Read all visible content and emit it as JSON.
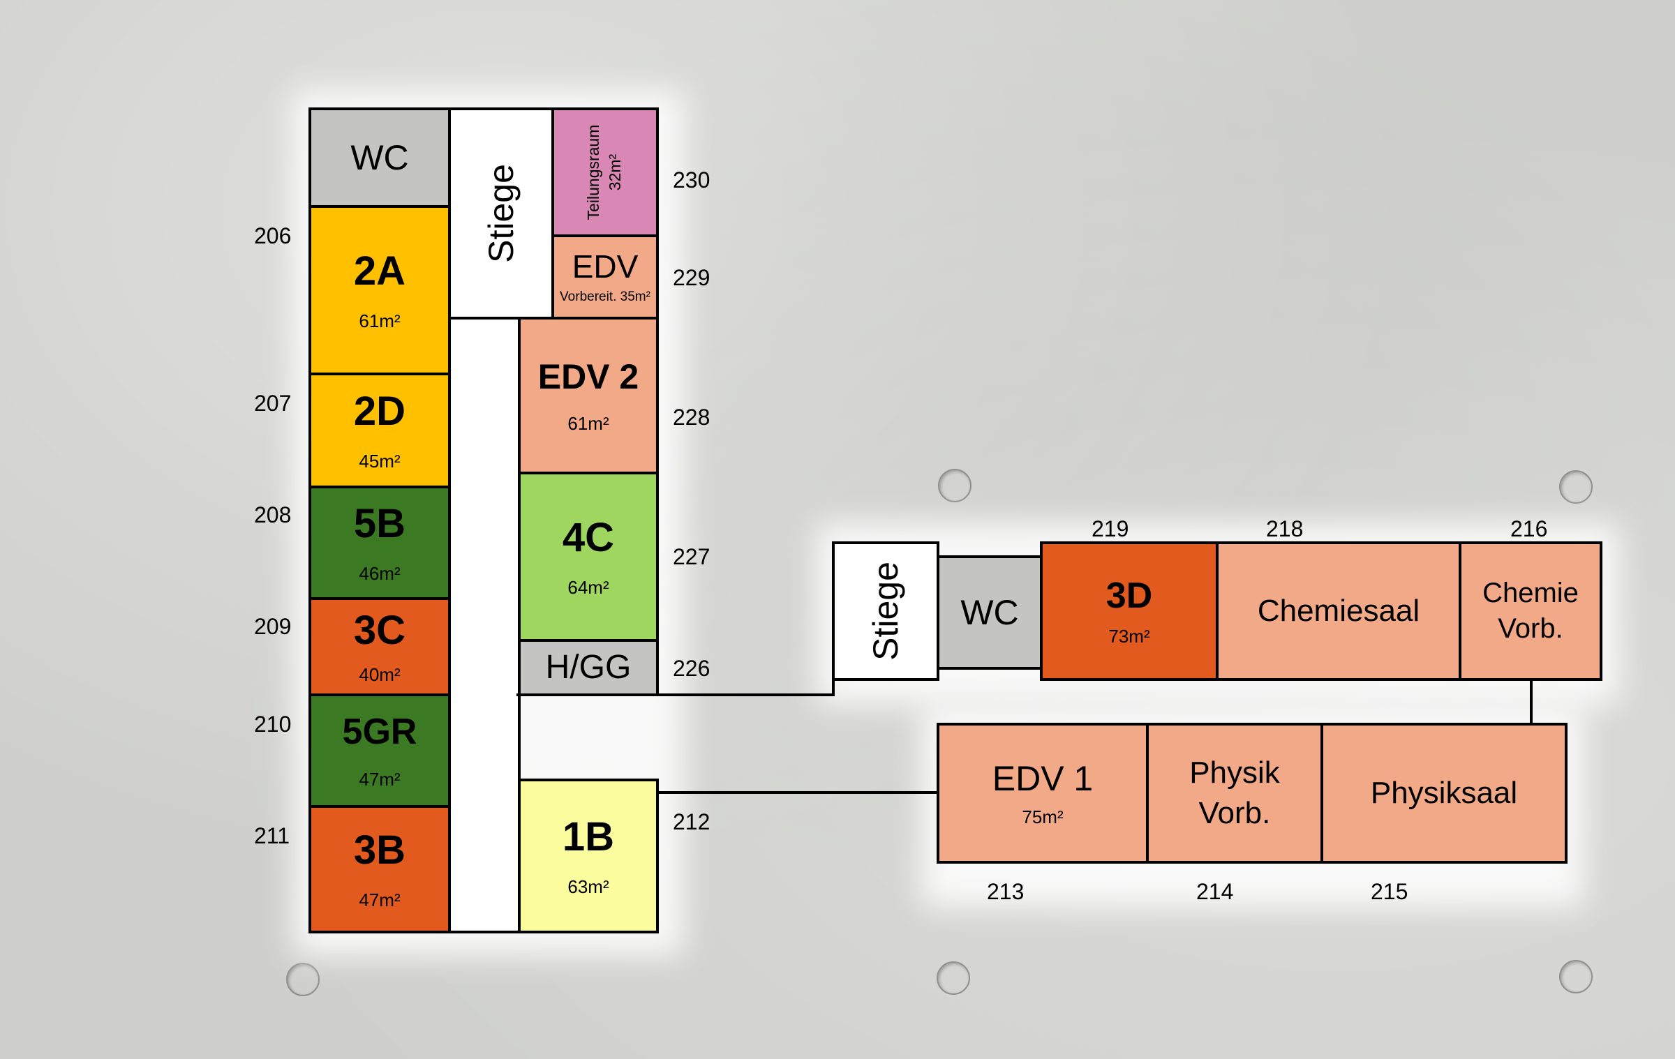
{
  "colors": {
    "wc": "#c4c4c2",
    "yellow": "#ffc000",
    "dark_green": "#3b7a22",
    "red_orange": "#e25a1d",
    "salmon": "#f2a987",
    "pink": "#d987b4",
    "light_green": "#9ed65f",
    "light_yellow": "#fafc9e",
    "white": "#ffffff"
  },
  "rooms": {
    "wc_left": {
      "name": "WC"
    },
    "r2a": {
      "name": "2A",
      "area": "61m²"
    },
    "r2d": {
      "name": "2D",
      "area": "45m²"
    },
    "r5b": {
      "name": "5B",
      "area": "46m²"
    },
    "r3c": {
      "name": "3C",
      "area": "40m²"
    },
    "r5gr": {
      "name": "5GR",
      "area": "47m²"
    },
    "r3b": {
      "name": "3B",
      "area": "47m²"
    },
    "stiege_left": {
      "name": "Stiege"
    },
    "teilungsraum": {
      "name": "Teilungsraum",
      "area": "32m²"
    },
    "edv_vorb": {
      "name": "EDV",
      "area": "Vorbereit. 35m²"
    },
    "edv2": {
      "name": "EDV 2",
      "area": "61m²"
    },
    "r4c": {
      "name": "4C",
      "area": "64m²"
    },
    "hgg": {
      "name": "H/GG"
    },
    "r1b": {
      "name": "1B",
      "area": "63m²"
    },
    "stiege_right": {
      "name": "Stiege"
    },
    "wc_right": {
      "name": "WC"
    },
    "r3d": {
      "name": "3D",
      "area": "73m²"
    },
    "chemiesaal": {
      "name": "Chemiesaal"
    },
    "chemie_vorb": {
      "name_line1": "Chemie",
      "name_line2": "Vorb."
    },
    "edv1": {
      "name": "EDV 1",
      "area": "75m²"
    },
    "physik_vorb": {
      "name_line1": "Physik",
      "name_line2": "Vorb."
    },
    "physiksaal": {
      "name": "Physiksaal"
    }
  },
  "numbers": {
    "n206": "206",
    "n207": "207",
    "n208": "208",
    "n209": "209",
    "n210": "210",
    "n211": "211",
    "n230": "230",
    "n229": "229",
    "n228": "228",
    "n227": "227",
    "n226": "226",
    "n212": "212",
    "n219": "219",
    "n218": "218",
    "n216": "216",
    "n213": "213",
    "n214": "214",
    "n215": "215"
  }
}
